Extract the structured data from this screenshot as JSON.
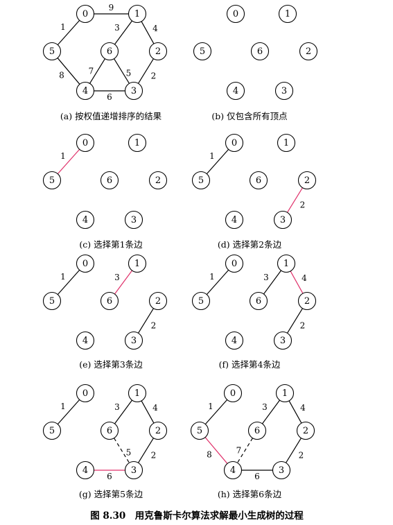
{
  "colors": {
    "edge": "#000000",
    "highlight": "#e0306a"
  },
  "figure_title": "图 8.30　用克鲁斯卡尔算法求解最小生成树的过程",
  "node_labels": [
    "0",
    "1",
    "2",
    "3",
    "4",
    "5",
    "6"
  ],
  "panels": [
    {
      "caption": "(a) 按权值递增排序的结果",
      "edges": [
        {
          "from": 0,
          "to": 1,
          "label": "9",
          "style": "solid"
        },
        {
          "from": 0,
          "to": 5,
          "label": "1",
          "style": "solid"
        },
        {
          "from": 1,
          "to": 6,
          "label": "3",
          "style": "solid"
        },
        {
          "from": 1,
          "to": 2,
          "label": "4",
          "style": "solid"
        },
        {
          "from": 5,
          "to": 4,
          "label": "8",
          "style": "solid"
        },
        {
          "from": 6,
          "to": 4,
          "label": "7",
          "style": "solid"
        },
        {
          "from": 6,
          "to": 3,
          "label": "5",
          "style": "solid"
        },
        {
          "from": 2,
          "to": 3,
          "label": "2",
          "style": "solid"
        },
        {
          "from": 4,
          "to": 3,
          "label": "6",
          "style": "solid"
        }
      ]
    },
    {
      "caption": "(b) 仅包含所有顶点",
      "edges": []
    },
    {
      "caption": "(c) 选择第1条边",
      "edges": [
        {
          "from": 0,
          "to": 5,
          "label": "1",
          "style": "highlight"
        }
      ]
    },
    {
      "caption": "(d) 选择第2条边",
      "edges": [
        {
          "from": 0,
          "to": 5,
          "label": "1",
          "style": "solid"
        },
        {
          "from": 2,
          "to": 3,
          "label": "2",
          "style": "highlight"
        }
      ]
    },
    {
      "caption": "(e) 选择第3条边",
      "edges": [
        {
          "from": 0,
          "to": 5,
          "label": "1",
          "style": "solid"
        },
        {
          "from": 1,
          "to": 6,
          "label": "3",
          "style": "highlight"
        },
        {
          "from": 2,
          "to": 3,
          "label": "2",
          "style": "solid"
        }
      ]
    },
    {
      "caption": "(f) 选择第4条边",
      "edges": [
        {
          "from": 0,
          "to": 5,
          "label": "1",
          "style": "solid"
        },
        {
          "from": 1,
          "to": 6,
          "label": "3",
          "style": "solid"
        },
        {
          "from": 1,
          "to": 2,
          "label": "4",
          "style": "highlight"
        },
        {
          "from": 2,
          "to": 3,
          "label": "2",
          "style": "solid"
        }
      ]
    },
    {
      "caption": "(g) 选择第5条边",
      "edges": [
        {
          "from": 0,
          "to": 5,
          "label": "1",
          "style": "solid"
        },
        {
          "from": 1,
          "to": 6,
          "label": "3",
          "style": "solid"
        },
        {
          "from": 1,
          "to": 2,
          "label": "4",
          "style": "solid"
        },
        {
          "from": 2,
          "to": 3,
          "label": "2",
          "style": "solid"
        },
        {
          "from": 6,
          "to": 3,
          "label": "5",
          "style": "dashed"
        },
        {
          "from": 4,
          "to": 3,
          "label": "6",
          "style": "highlight"
        }
      ]
    },
    {
      "caption": "(h) 选择第6条边",
      "edges": [
        {
          "from": 0,
          "to": 5,
          "label": "1",
          "style": "solid"
        },
        {
          "from": 1,
          "to": 6,
          "label": "3",
          "style": "solid"
        },
        {
          "from": 1,
          "to": 2,
          "label": "4",
          "style": "solid"
        },
        {
          "from": 2,
          "to": 3,
          "label": "2",
          "style": "solid"
        },
        {
          "from": 4,
          "to": 3,
          "label": "6",
          "style": "solid"
        },
        {
          "from": 6,
          "to": 4,
          "label": "7",
          "style": "dashed"
        },
        {
          "from": 5,
          "to": 4,
          "label": "8",
          "style": "highlight"
        }
      ]
    }
  ]
}
